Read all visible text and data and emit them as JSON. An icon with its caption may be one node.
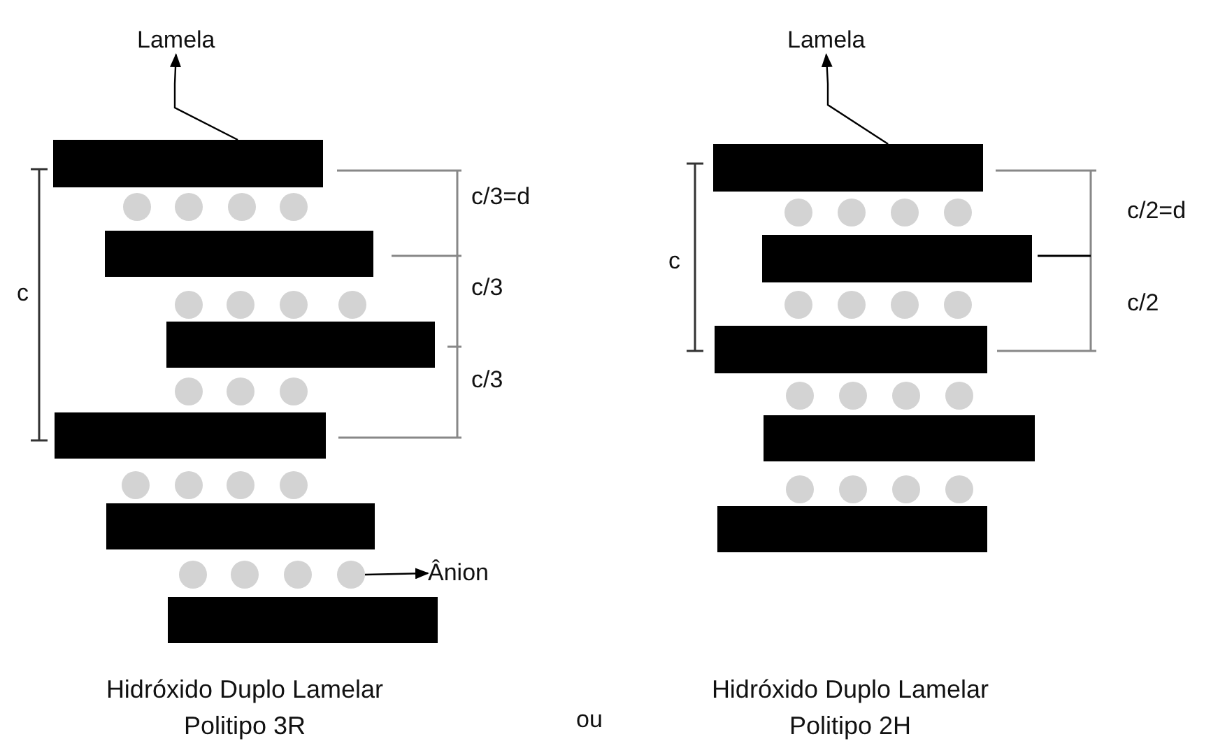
{
  "diagram": {
    "nodes": [
      {
        "text": [
          "Lamela"
        ]
      },
      {
        "text": [],
        "shape": "bar"
      },
      {
        "text": [
          "Lamela"
        ]
      },
      {
        "text": [],
        "shape": "bar"
      },
      {
        "text": [],
        "shape": "circle"
      },
      {
        "text": [
          "Ânion"
        ]
      }
    ],
    "edges": [
      {
        "from": 1,
        "to": 0,
        "arrow": "to"
      },
      {
        "from": 3,
        "to": 2,
        "arrow": "to"
      },
      {
        "from": 4,
        "to": 5,
        "arrow": "to"
      }
    ],
    "labels": [
      "c",
      "c/3=d",
      "c/3",
      "c/3",
      "c",
      "c/2=d",
      "c/2",
      "Hidróxido Duplo Lamelar Politipo 3R",
      "ou",
      "Hidróxido Duplo Lamelar Politipo 2H"
    ]
  }
}
